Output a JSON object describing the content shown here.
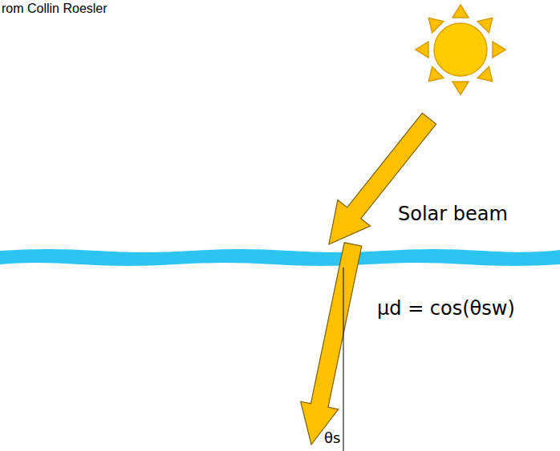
{
  "diagram": {
    "labels": [
      "rom Collin Roesler",
      "Solar beam",
      "μd = cos(θsw)",
      "θs"
    ]
  }
}
